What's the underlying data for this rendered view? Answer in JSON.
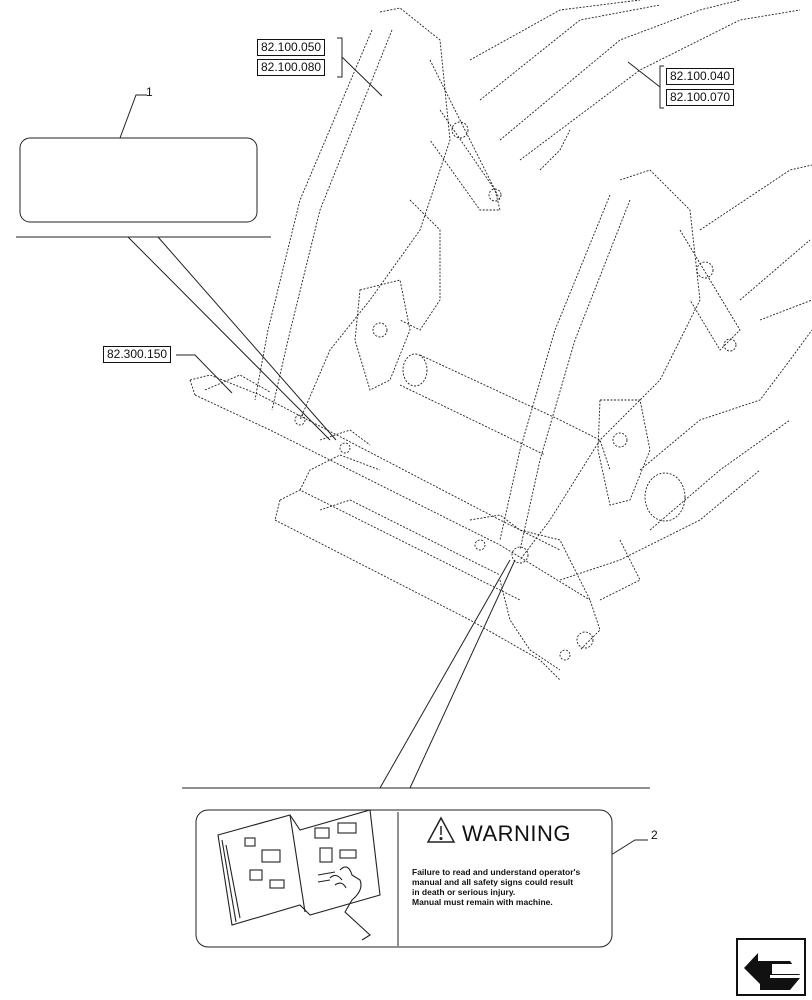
{
  "references": {
    "ref_top_left_1": "82.100.050",
    "ref_top_left_2": "82.100.080",
    "ref_top_right_1": "82.100.040",
    "ref_top_right_2": "82.100.070",
    "ref_mid_left": "82.300.150"
  },
  "callouts": {
    "item_1": "1",
    "item_2": "2"
  },
  "warning_decal": {
    "title": "WARNING",
    "lines": [
      "Failure to read and understand operator's",
      "manual and all safety signs could result",
      "in death or serious injury.",
      "Manual must remain with machine."
    ]
  },
  "icons": {
    "warning_triangle": "warning-triangle-icon",
    "manual_book": "operator-manual-icon",
    "navigation_arrow": "back-arrow-icon"
  }
}
